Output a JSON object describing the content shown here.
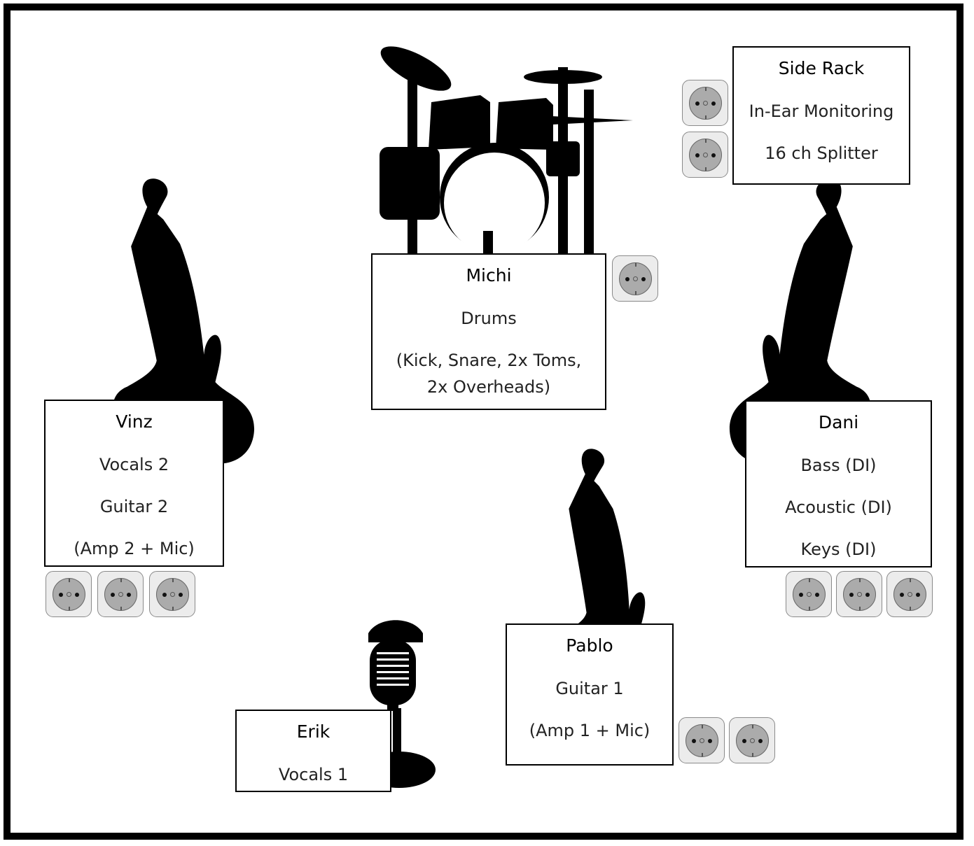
{
  "stage_plot": {
    "drums": {
      "name": "Michi",
      "lines": [
        "Drums",
        "(Kick, Snare, 2x Toms,",
        "2x Overheads)"
      ]
    },
    "rack": {
      "name": "Side Rack",
      "lines": [
        "In-Ear Monitoring",
        "16 ch Splitter"
      ]
    },
    "vinz": {
      "name": "Vinz",
      "lines": [
        "Vocals 2",
        "Guitar 2",
        "(Amp 2 + Mic)"
      ]
    },
    "dani": {
      "name": "Dani",
      "lines": [
        "Bass (DI)",
        "Acoustic (DI)",
        "Keys (DI)"
      ]
    },
    "pablo": {
      "name": "Pablo",
      "lines": [
        "Guitar 1",
        "(Amp 1 + Mic)"
      ]
    },
    "erik": {
      "name": "Erik",
      "lines": [
        "Vocals 1"
      ]
    }
  },
  "icons": {
    "drum_kit": "drum-kit-icon",
    "guitar": "electric-guitar-icon",
    "microphone": "microphone-icon",
    "power_socket": "power-outlet-icon"
  },
  "colors": {
    "silhouette": "#000000",
    "socket_face": "#ababab",
    "socket_plate": "#ececec"
  }
}
